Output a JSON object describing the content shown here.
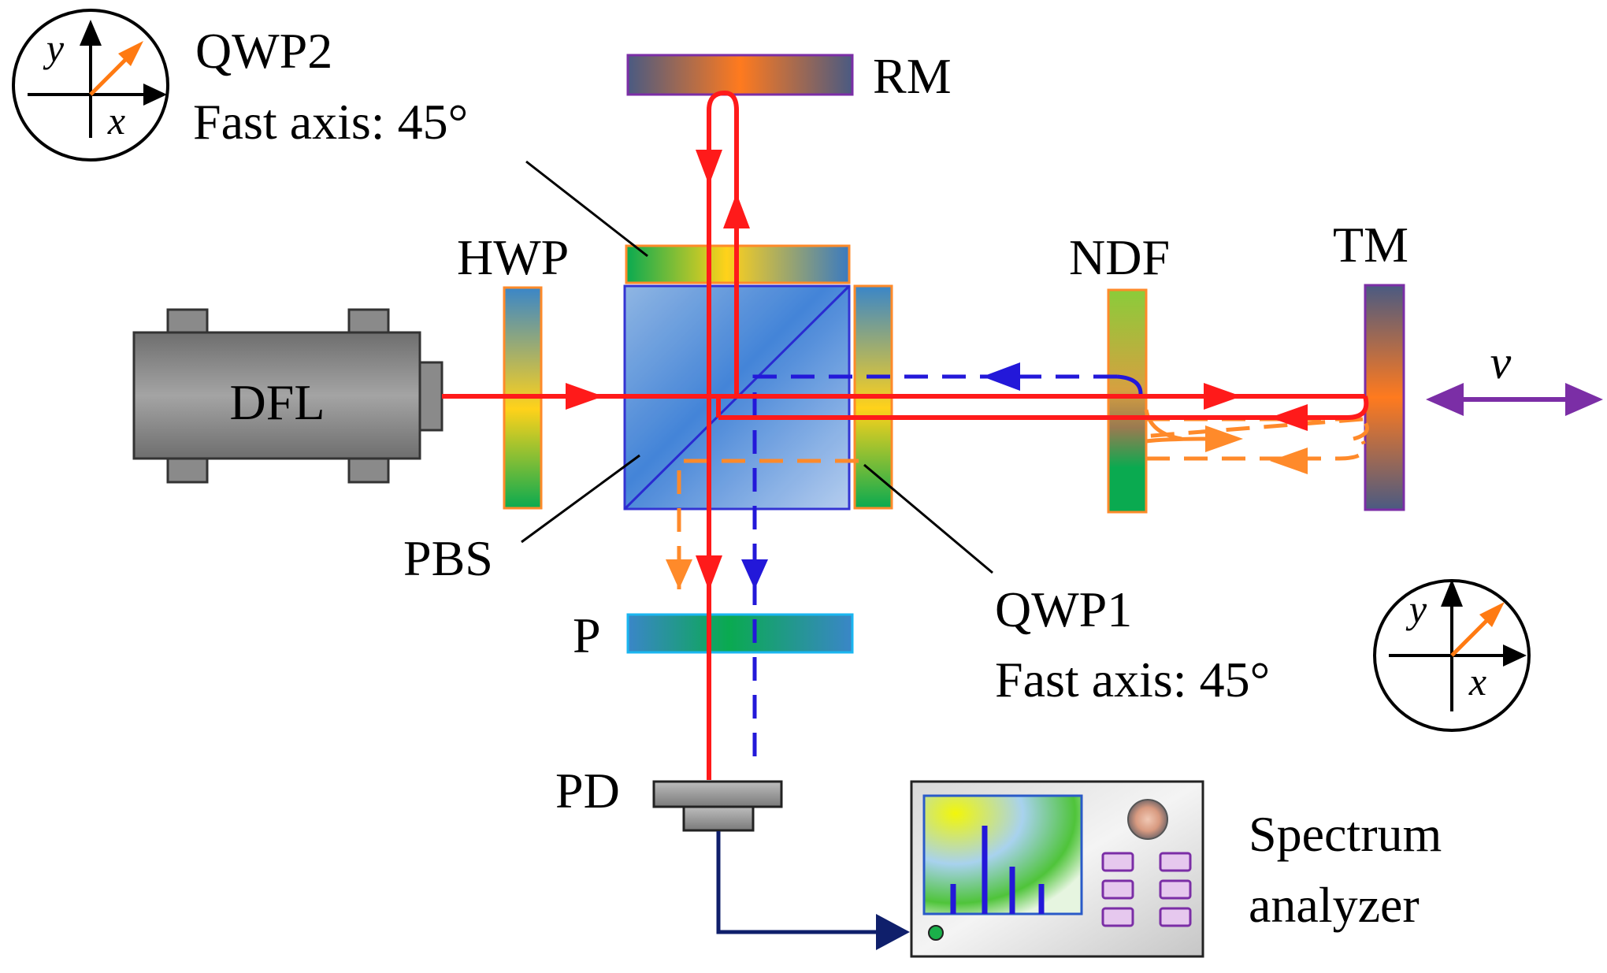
{
  "labels": {
    "qwp2_name": "QWP2",
    "qwp2_fast_axis": "Fast axis: 45°",
    "rm": "RM",
    "hwp": "HWP",
    "ndf": "NDF",
    "tm": "TM",
    "dfl": "DFL",
    "pbs": "PBS",
    "p": "P",
    "qwp1_name": "QWP1",
    "qwp1_fast_axis": "Fast axis: 45°",
    "pd": "PD",
    "spectrum_line1": "Spectrum",
    "spectrum_line2": "analyzer",
    "velocity": "v"
  },
  "axes": {
    "x": "x",
    "y": "y"
  },
  "colors": {
    "main_beam": "#ff1a1a",
    "dashed_blue_beam": "#2318d9",
    "dashed_orange_beam": "#ff8a2a",
    "signal_cable": "#0f1f6b",
    "velocity_arrow": "#7b2ea6",
    "fast_axis_arrow": "#ff7a12",
    "pbs_border": "#2a2ad0",
    "laser_body": "#8a8a8a"
  },
  "icons": {
    "laser": "laser-housing-icon",
    "photodetector": "photodetector-icon",
    "spectrum_analyzer": "spectrum-analyzer-icon",
    "axis_indicator": "fast-axis-indicator-icon"
  }
}
